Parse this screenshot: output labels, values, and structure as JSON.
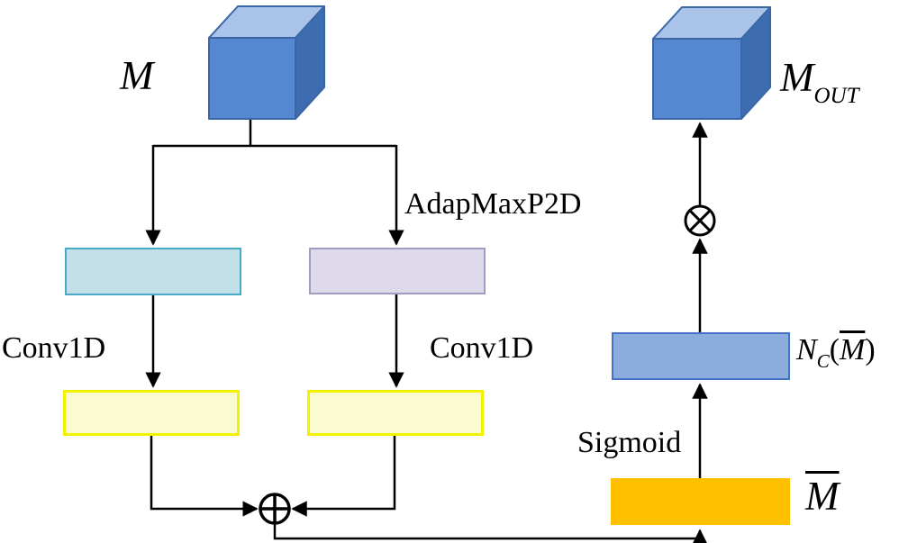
{
  "diagram": {
    "title_hint": "channel-attention module flow",
    "labels": {
      "input_tensor": "M",
      "output_tensor_base": "M",
      "output_tensor_sub": "OUT",
      "adap_max_pool": "AdapMaxP2D",
      "conv1d_left": "Conv1D",
      "conv1d_right": "Conv1D",
      "sigmoid": "Sigmoid",
      "m_bar": "M",
      "nc_base": "N",
      "nc_sub": "C",
      "nc_open": "(",
      "nc_arg": "M",
      "nc_close": ")"
    },
    "operators": {
      "merge": "circled-plus (element-wise add)",
      "scale": "circled-times (element-wise multiply)"
    },
    "colors": {
      "cube_front": "#5588D0",
      "cube_top": "#A9C4E8",
      "cube_side": "#3E6CB0",
      "cube_edge": "#3A66A8",
      "avgpool_fill": "#C3E0E9",
      "avgpool_border": "#45ABC6",
      "maxpool_fill": "#DFDAEA",
      "maxpool_border": "#A49BC4",
      "conv_fill": "#FBFBD2",
      "conv_border": "#F2F200",
      "mbar_fill": "#FFC000",
      "nc_fill": "#8CACDE",
      "nc_border": "#4472C4",
      "line": "#000000"
    }
  }
}
